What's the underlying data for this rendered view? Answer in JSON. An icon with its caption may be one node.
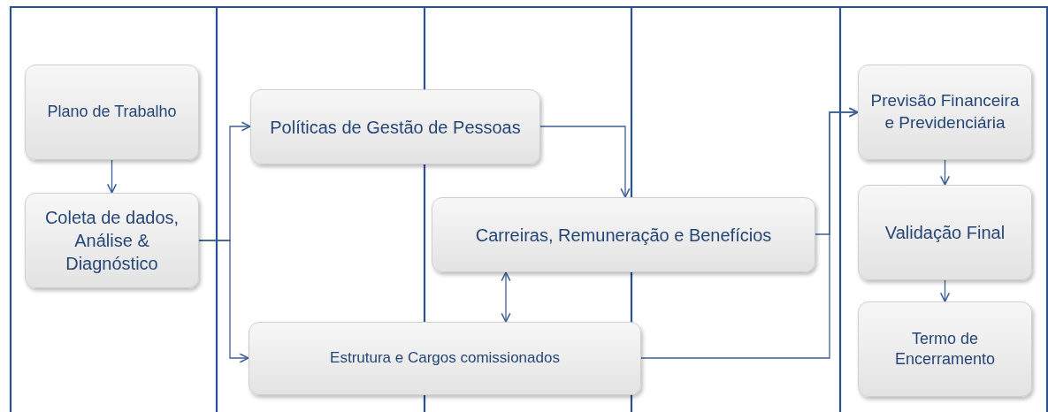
{
  "diagram": {
    "nodes": [
      {
        "text": [
          "Plano de Trabalho"
        ]
      },
      {
        "text": [
          "Coleta de dados, Análise & Diagnóstico"
        ]
      },
      {
        "text": [
          "Políticas de Gestão de Pessoas"
        ]
      },
      {
        "text": [
          "Carreiras, Remuneração e Benefícios"
        ]
      },
      {
        "text": [
          "Estrutura e Cargos comissionados"
        ]
      },
      {
        "text": [
          "Previsão Financeira e Previdenciária"
        ]
      },
      {
        "text": [
          "Validação Final"
        ]
      },
      {
        "text": [
          "Termo de Encerramento"
        ]
      }
    ],
    "edges": [
      {
        "from": 0,
        "to": 1,
        "arrow": "to"
      },
      {
        "from": 1,
        "to": 2,
        "arrow": "to"
      },
      {
        "from": 1,
        "to": 4,
        "arrow": "to"
      },
      {
        "from": 2,
        "to": 3,
        "arrow": "to"
      },
      {
        "from": 3,
        "to": 4,
        "arrow": "both"
      },
      {
        "from": 3,
        "to": 5,
        "arrow": "to"
      },
      {
        "from": 4,
        "to": 5,
        "arrow": "to"
      },
      {
        "from": 5,
        "to": 6,
        "arrow": "to"
      },
      {
        "from": 6,
        "to": 7,
        "arrow": "to"
      }
    ]
  }
}
